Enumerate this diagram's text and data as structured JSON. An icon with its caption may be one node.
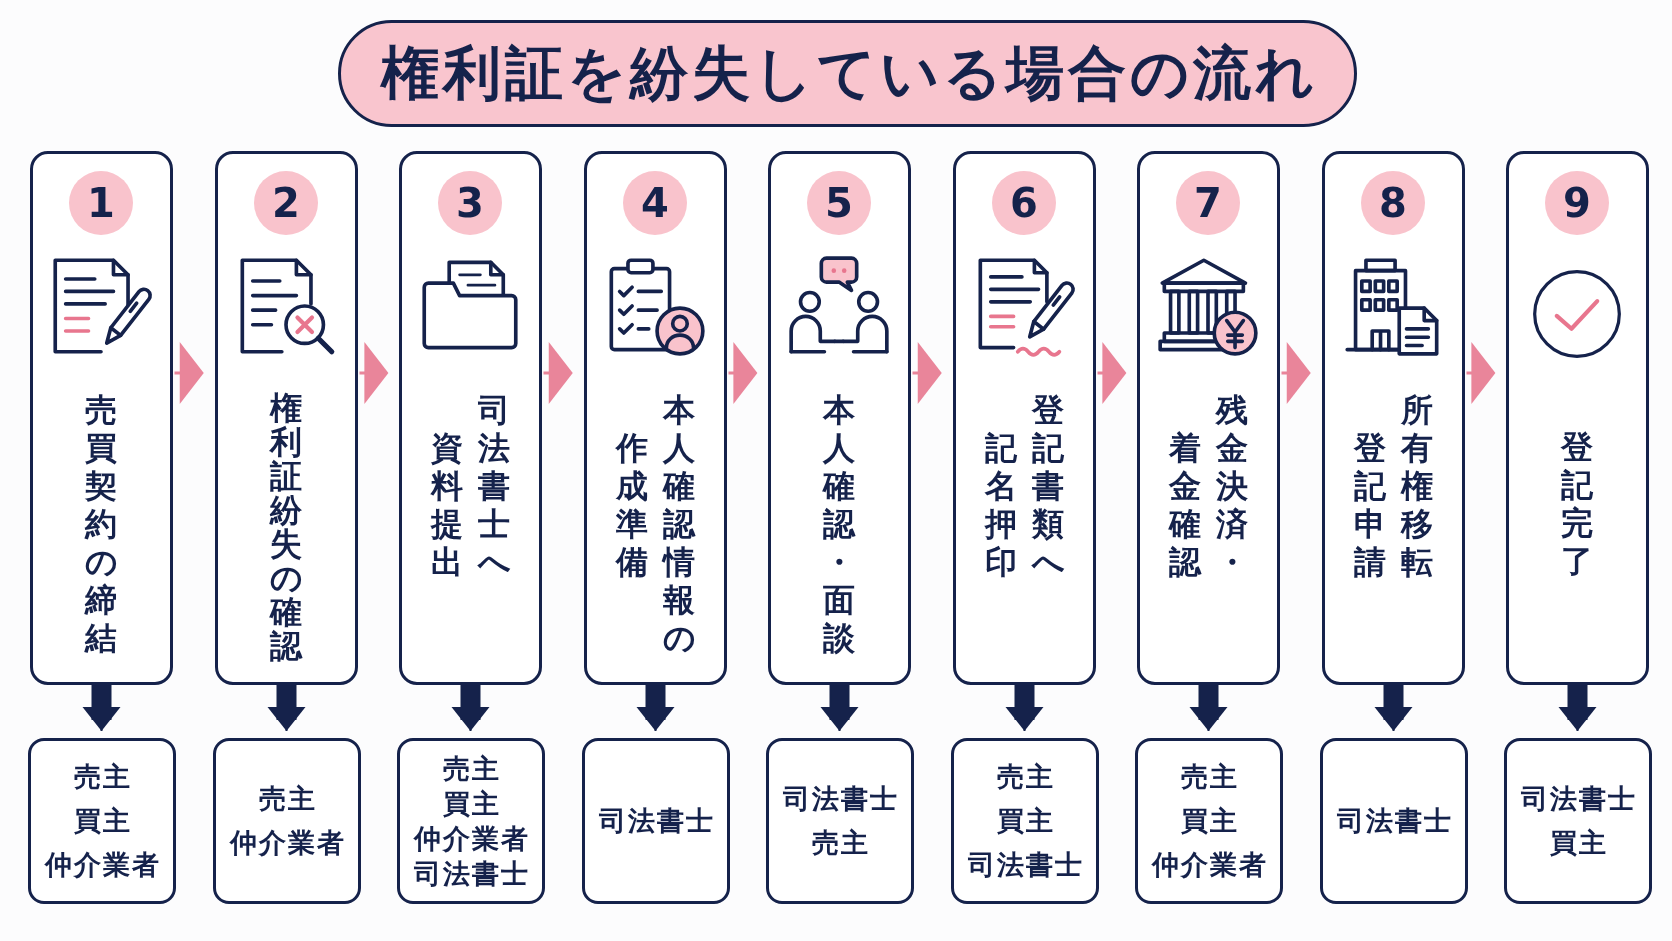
{
  "diagram": {
    "title": "権利証を紛失している場合の流れ",
    "nodes": [
      {
        "text": [
          "1",
          "売買契約の締結"
        ]
      },
      {
        "text": [
          "2",
          "権利証紛失の確認"
        ]
      },
      {
        "text": [
          "3",
          "司法書士へ資料提出"
        ]
      },
      {
        "text": [
          "4",
          "本人確認情報の作成準備"
        ]
      },
      {
        "text": [
          "5",
          "本人確認・面談"
        ]
      },
      {
        "text": [
          "6",
          "登記書類へ記名押印"
        ]
      },
      {
        "text": [
          "7",
          "残金決済・着金確認"
        ]
      },
      {
        "text": [
          "8",
          "所有権移転登記申請"
        ]
      },
      {
        "text": [
          "9",
          "登記完了"
        ]
      },
      {
        "text": [
          "売主",
          "買主",
          "仲介業者"
        ]
      },
      {
        "text": [
          "売主",
          "仲介業者"
        ]
      },
      {
        "text": [
          "売主",
          "買主",
          "仲介業者",
          "司法書士"
        ]
      },
      {
        "text": [
          "司法書士"
        ]
      },
      {
        "text": [
          "司法書士",
          "売主"
        ]
      },
      {
        "text": [
          "売主",
          "買主",
          "司法書士"
        ]
      },
      {
        "text": [
          "売主",
          "買主",
          "仲介業者"
        ]
      },
      {
        "text": [
          "司法書士"
        ]
      },
      {
        "text": [
          "司法書士",
          "買主"
        ]
      }
    ],
    "edges": [
      {
        "from": 0,
        "to": 1,
        "arrow": "to",
        "color": "#e9859a"
      },
      {
        "from": 1,
        "to": 2,
        "arrow": "to",
        "color": "#e9859a"
      },
      {
        "from": 2,
        "to": 3,
        "arrow": "to",
        "color": "#e9859a"
      },
      {
        "from": 3,
        "to": 4,
        "arrow": "to",
        "color": "#e9859a"
      },
      {
        "from": 4,
        "to": 5,
        "arrow": "to",
        "color": "#e9859a"
      },
      {
        "from": 5,
        "to": 6,
        "arrow": "to",
        "color": "#e9859a"
      },
      {
        "from": 6,
        "to": 7,
        "arrow": "to",
        "color": "#e9859a"
      },
      {
        "from": 7,
        "to": 8,
        "arrow": "to",
        "color": "#e9859a"
      },
      {
        "from": 0,
        "to": 9,
        "arrow": "to"
      },
      {
        "from": 1,
        "to": 10,
        "arrow": "to"
      },
      {
        "from": 2,
        "to": 11,
        "arrow": "to"
      },
      {
        "from": 3,
        "to": 12,
        "arrow": "to"
      },
      {
        "from": 4,
        "to": 13,
        "arrow": "to"
      },
      {
        "from": 5,
        "to": 14,
        "arrow": "to"
      },
      {
        "from": 6,
        "to": 15,
        "arrow": "to"
      },
      {
        "from": 7,
        "to": 16,
        "arrow": "to"
      },
      {
        "from": 8,
        "to": 17,
        "arrow": "to"
      }
    ]
  }
}
